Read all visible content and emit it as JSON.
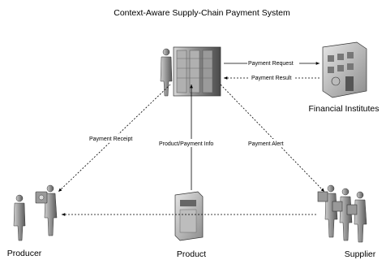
{
  "title": "Context-Aware Supply-Chain Payment System",
  "nodes": {
    "financial": "Financial Institutes",
    "producer": "Producer",
    "product": "Product",
    "supplier": "Supplier"
  },
  "edges": {
    "payment_request": "Payment Request",
    "payment_result": "Payment Result",
    "payment_receipt": "Payment Receipt",
    "product_payment_info": "Product/Payment Info",
    "payment_alert": "Payment Alert"
  }
}
